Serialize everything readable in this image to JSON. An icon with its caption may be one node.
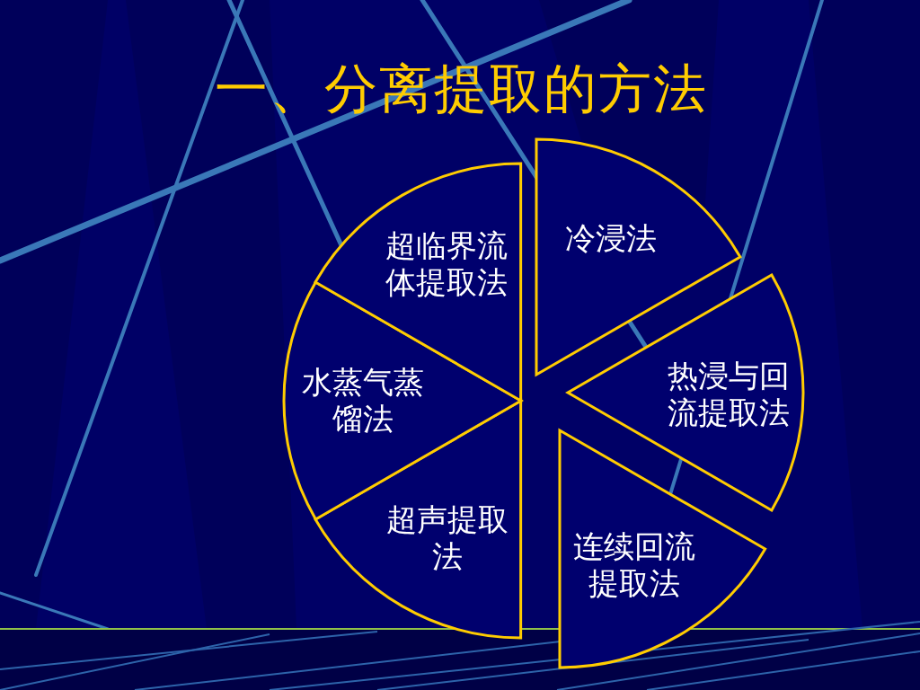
{
  "diagram": {
    "title": "一、分离提取的方法",
    "nodes": [
      {
        "text": [
          "冷浸法"
        ]
      },
      {
        "text": [
          "热浸与回流提取法"
        ]
      },
      {
        "text": [
          "连续回流提取法"
        ]
      },
      {
        "text": [
          "超声提取法"
        ]
      },
      {
        "text": [
          "水蒸气蒸馏法"
        ]
      },
      {
        "text": [
          "超临界流体提取法"
        ]
      }
    ]
  }
}
